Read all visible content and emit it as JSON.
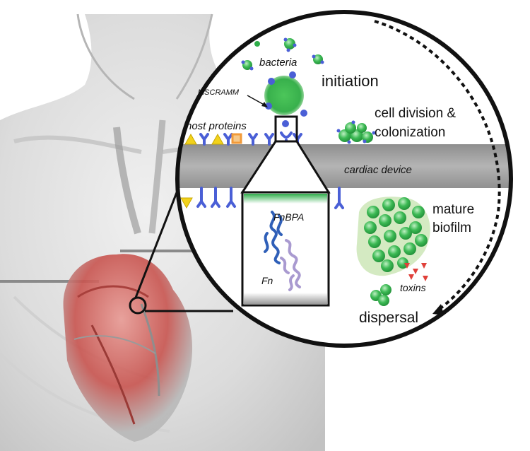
{
  "labels": {
    "bacteria": "bacteria",
    "initiation": "initiation",
    "mscramm": "MSCRAMM",
    "host_proteins": "host proteins",
    "cell_division_line1": "cell division &",
    "cell_division_line2": "colonization",
    "cardiac_device": "cardiac device",
    "mature_line1": "mature",
    "mature_line2": "biofilm",
    "fnbpa": "FnBPA",
    "fn": "Fn",
    "toxins": "toxins",
    "dispersal": "dispersal"
  },
  "colors": {
    "bacteria_green": "#2fae4a",
    "receptor_blue": "#4a5fd6",
    "host_yellow": "#f2d21b",
    "host_orange": "#f29a38",
    "device_gray": "#a8a8a8",
    "heart_red": "#c8544f",
    "fnbpa_blue": "#2f5fb8",
    "fn_lavender": "#a99ad0",
    "toxin_red": "#e0403a",
    "biofilm_matrix": "#cfe8bb"
  }
}
